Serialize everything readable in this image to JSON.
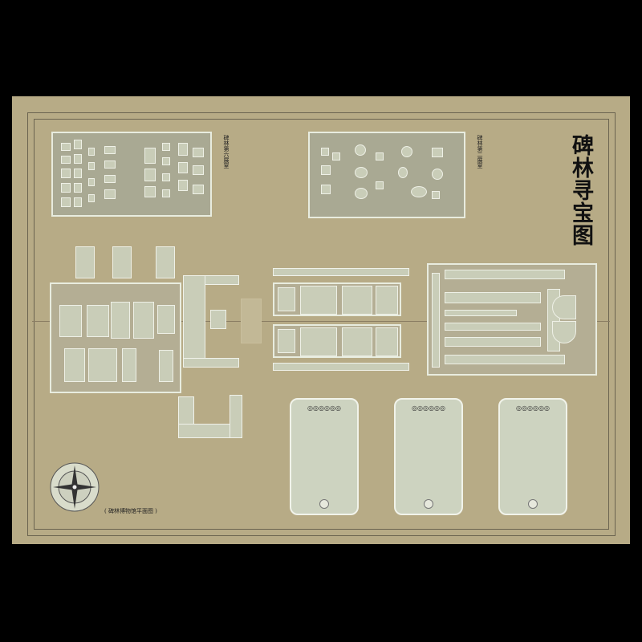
{
  "map": {
    "title": "碑林寻宝图",
    "room_labels": [
      "碑林第六展室",
      "碑林第二展室"
    ],
    "legend_text": "( 碑林博物馆平面图 )",
    "compass": "compass-rose"
  },
  "panels": [
    {
      "text": ""
    },
    {
      "text": ""
    },
    {
      "text": ""
    }
  ],
  "colors": {
    "paper": "#b7ab86",
    "block_fill": "#c9cdb8",
    "outline": "#e8ecdf",
    "frame_line": "#6b6450",
    "title_ink": "#111111"
  }
}
